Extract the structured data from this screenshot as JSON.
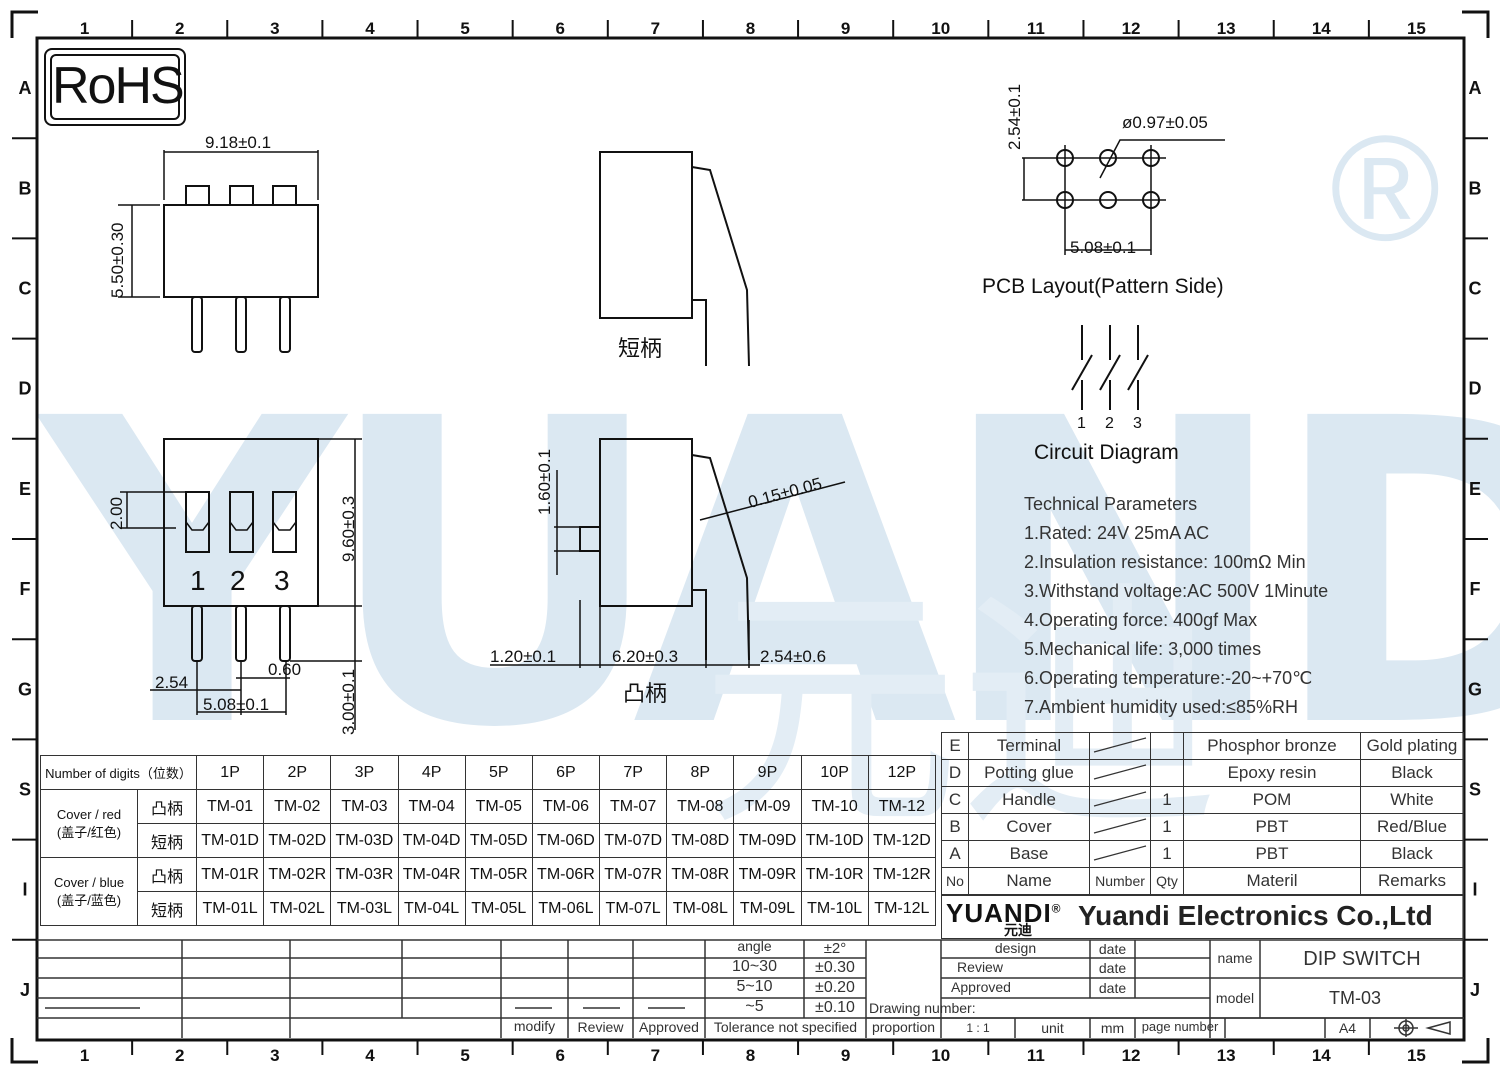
{
  "grid": {
    "columns": [
      "1",
      "2",
      "3",
      "4",
      "5",
      "6",
      "7",
      "8",
      "9",
      "10",
      "11",
      "12",
      "13",
      "14",
      "15"
    ],
    "rows": [
      "A",
      "B",
      "C",
      "D",
      "E",
      "F",
      "G",
      "S",
      "I",
      "J"
    ]
  },
  "logo": {
    "rohs": "RoHS"
  },
  "dims": {
    "top_width": "9.18±0.1",
    "top_height": "5.50±0.30",
    "front_two": "2.00",
    "front_height": "9.60±0.3",
    "front_pin": "3.00±0.1",
    "pitch": "2.54",
    "pin_width": "0.60",
    "span": "5.08±0.1",
    "side_knob": "1.60±0.1",
    "side_thick": "0.15±0.05",
    "side_left": "1.20±0.1",
    "side_body": "6.20±0.3",
    "side_right": "2.54±0.6",
    "pcb_height": "2.54±0.1",
    "pcb_hole": "ø0.97±0.05",
    "pcb_span": "5.08±0.1"
  },
  "front_numbers": [
    "1",
    "2",
    "3"
  ],
  "labels": {
    "short_handle": "短柄",
    "raised_handle": "凸柄",
    "pcb_layout": "PCB  Layout(Pattern  Side)",
    "circuit": "Circuit  Diagram",
    "circuit_numbers": [
      "1",
      "2",
      "3"
    ]
  },
  "tech": {
    "title": "Technical Parameters",
    "items": [
      "1.Rated: 24V 25mA  AC",
      "2.Insulation resistance: 100mΩ Min",
      "3.Withstand voltage:AC 500V 1Minute",
      "4.Operating force: 400gf Max",
      "5.Mechanical life: 3,000 times",
      "6.Operating temperature:-20~+70℃",
      "7.Ambient humidity used:≤85%RH"
    ]
  },
  "digits_table": {
    "header_label": "Number of digits（位数）",
    "headers": [
      "1P",
      "2P",
      "3P",
      "4P",
      "5P",
      "6P",
      "7P",
      "8P",
      "9P",
      "10P",
      "12P"
    ],
    "groups": [
      {
        "label_en": "Cover / red",
        "label_cn": "(盖子/红色)",
        "rows": [
          {
            "type": "凸柄",
            "models": [
              "TM-01",
              "TM-02",
              "TM-03",
              "TM-04",
              "TM-05",
              "TM-06",
              "TM-07",
              "TM-08",
              "TM-09",
              "TM-10",
              "TM-12"
            ]
          },
          {
            "type": "短柄",
            "models": [
              "TM-01D",
              "TM-02D",
              "TM-03D",
              "TM-04D",
              "TM-05D",
              "TM-06D",
              "TM-07D",
              "TM-08D",
              "TM-09D",
              "TM-10D",
              "TM-12D"
            ]
          }
        ]
      },
      {
        "label_en": "Cover / blue",
        "label_cn": "(盖子/蓝色)",
        "rows": [
          {
            "type": "凸柄",
            "models": [
              "TM-01R",
              "TM-02R",
              "TM-03R",
              "TM-04R",
              "TM-05R",
              "TM-06R",
              "TM-07R",
              "TM-08R",
              "TM-09R",
              "TM-10R",
              "TM-12R"
            ]
          },
          {
            "type": "短柄",
            "models": [
              "TM-01L",
              "TM-02L",
              "TM-03L",
              "TM-04L",
              "TM-05L",
              "TM-06L",
              "TM-07L",
              "TM-08L",
              "TM-09L",
              "TM-10L",
              "TM-12L"
            ]
          }
        ]
      }
    ]
  },
  "bom": {
    "rows": [
      {
        "no": "E",
        "name": "Terminal",
        "qty": "",
        "material": "Phosphor bronze",
        "remarks": "Gold plating"
      },
      {
        "no": "D",
        "name": "Potting glue",
        "qty": "",
        "material": "Epoxy resin",
        "remarks": "Black"
      },
      {
        "no": "C",
        "name": "Handle",
        "qty": "1",
        "material": "POM",
        "remarks": "White"
      },
      {
        "no": "B",
        "name": "Cover",
        "qty": "1",
        "material": "PBT",
        "remarks": "Red/Blue"
      },
      {
        "no": "A",
        "name": "Base",
        "qty": "1",
        "material": "PBT",
        "remarks": "Black"
      }
    ],
    "header": {
      "no": "No",
      "name": "Name",
      "number": "Number",
      "qty": "Qty",
      "material": "Materil",
      "remarks": "Remarks"
    }
  },
  "company": {
    "brand": "YUANDI",
    "brand_cn": "元迪",
    "name": "Yuandi Electronics Co.,Ltd",
    "registered": "®"
  },
  "title_block": {
    "design": "design",
    "review": "Review",
    "approved": "Approved",
    "date": "date",
    "name_label": "name",
    "name_value": "DIP SWITCH",
    "model_label": "model",
    "model_value": "TM-03",
    "drawing_number": "Drawing number:",
    "proportion": "proportion",
    "scale": "1 : 1",
    "unit": "unit",
    "mm": "mm",
    "page_number": "page number",
    "size": "A4"
  },
  "tolerance": {
    "rows": [
      {
        "range": "angle",
        "value": "±2°"
      },
      {
        "range": "10~30",
        "value": "±0.30"
      },
      {
        "range": "5~10",
        "value": "±0.20"
      },
      {
        "range": "~5",
        "value": "±0.10"
      }
    ],
    "footer": "Tolerance not specified",
    "modify": "modify",
    "review": "Review",
    "approved": "Approved"
  },
  "watermark": {
    "text": "YUANDI",
    "cn": "元迪",
    "reg": "®",
    "color": "#cfe0ec"
  }
}
